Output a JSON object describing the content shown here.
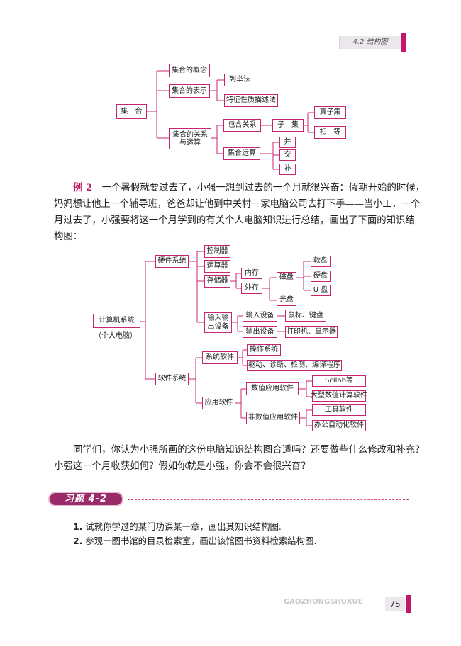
{
  "header": {
    "section": "4.2  结构图",
    "page_number": "75",
    "footer_brand": "GAOZHONGSHUXUE"
  },
  "diagram1": {
    "root": "集　合",
    "concept": "集合的概念",
    "representation": "集合的表示",
    "enumeration": "列举法",
    "description": "特征性质描述法",
    "relation": "集合的关系\n与运算",
    "inclusion": "包含关系",
    "subset": "子　集",
    "proper_subset": "真子集",
    "equal": "相　等",
    "operation": "集合运算",
    "union": "并",
    "intersection": "交",
    "complement": "补"
  },
  "example": {
    "label": "例 2",
    "lines": [
      "一个暑假就要过去了，小强一想到过去的一个月就很兴奋：假期开始的时候，",
      "妈妈想让他上一个辅导班，爸爸却让他到中关村一家电脑公司去打下手——当小工．一个",
      "月过去了，小强要将这一个月学到的有关个人电脑知识进行总结，画出了下面的知识结",
      "构图："
    ]
  },
  "diagram2": {
    "root": "计算机系统",
    "root_sub": "（个人电脑）",
    "hardware": "硬件系统",
    "controller": "控制器",
    "alu": "运算器",
    "storage": "存储器",
    "memory": "内存",
    "external": "外存",
    "magnetic_disk": "磁盘",
    "floppy": "软盘",
    "hard_disk": "硬盘",
    "u_disk": "U 盘",
    "optical": "光盘",
    "io": "输入输\n出设备",
    "input": "输入设备",
    "input_items": "鼠标、键盘",
    "output": "输出设备",
    "output_items": "打印机、显示器",
    "software": "软件系统",
    "system_sw": "系统软件",
    "os": "操作系统",
    "drivers": "驱动、诊断、检测、编译程序",
    "app_sw": "应用软件",
    "numeric_app": "数值应用软件",
    "scilab": "Scilab等",
    "large_numeric": "大型数值计算软件",
    "nonnumeric_app": "非数值应用软件",
    "tool_sw": "工具软件",
    "office": "办公自动化软件"
  },
  "question": {
    "lines": [
      "同学们，你认为小强所画的这份电脑知识结构图合适吗？还要做些什么修改和补充？",
      "小强这一个月收获如何？假如你就是小强，你会不会很兴奋？"
    ]
  },
  "exercises": {
    "title": "习题 4-2",
    "items": [
      {
        "num": "1.",
        "text": "试就你学过的某门功课某一章，画出其知识结构图."
      },
      {
        "num": "2.",
        "text": "参观一图书馆的目录检索室，画出该馆图书资料检索结构图."
      }
    ]
  },
  "colors": {
    "accent": "#c2186b",
    "box_border": "#c8246f",
    "badge": "#9b2a68"
  }
}
